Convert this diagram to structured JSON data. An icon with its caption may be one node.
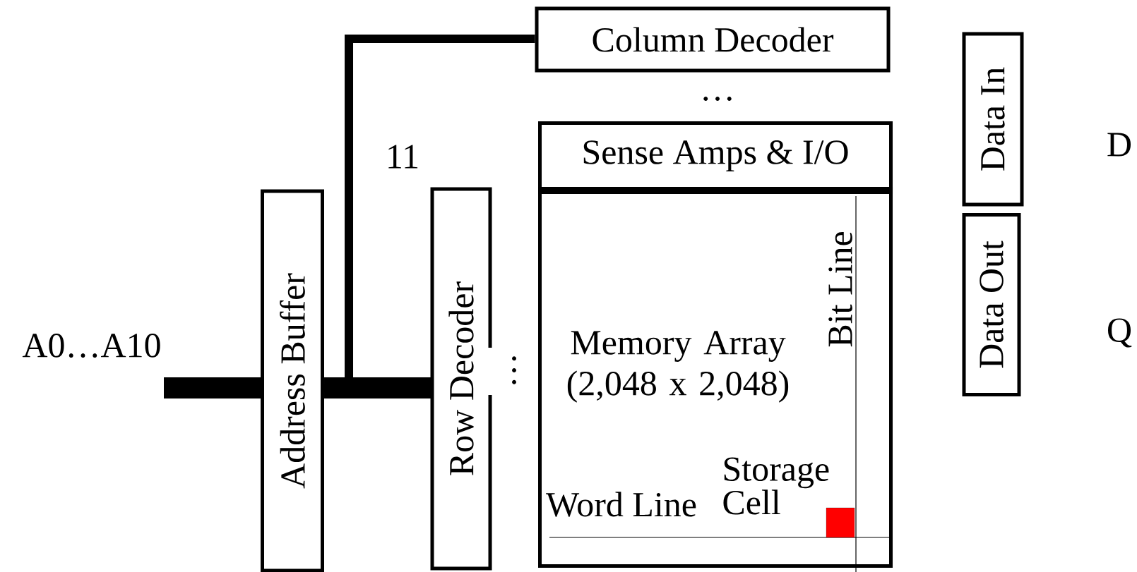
{
  "diagram": {
    "nodes": [
      {
        "text": [
          "Address Buffer"
        ]
      },
      {
        "text": [
          "Row Decoder"
        ],
        "beside": [
          "…"
        ]
      },
      {
        "text": [
          "Column Decoder"
        ]
      },
      {
        "text": [
          "Sense Amps & I/O"
        ]
      },
      {
        "text": [
          "Memory Array (2,048 x 2,048)"
        ]
      },
      {
        "text": [],
        "shape": "box",
        "in": 4,
        "beside": [
          "Storage Cell"
        ]
      },
      {
        "text": [
          "Data In"
        ]
      },
      {
        "text": [
          "Data Out"
        ]
      }
    ],
    "edges": [
      {
        "from": null,
        "to": 0,
        "arrow": "none"
      },
      {
        "from": 0,
        "to": 1,
        "arrow": "none"
      },
      {
        "from": 0,
        "to": 2,
        "arrow": "none"
      }
    ],
    "labels": [
      "…",
      "11",
      "D",
      "Bit Line",
      "A0…A10",
      "Q",
      "Word Line"
    ]
  }
}
